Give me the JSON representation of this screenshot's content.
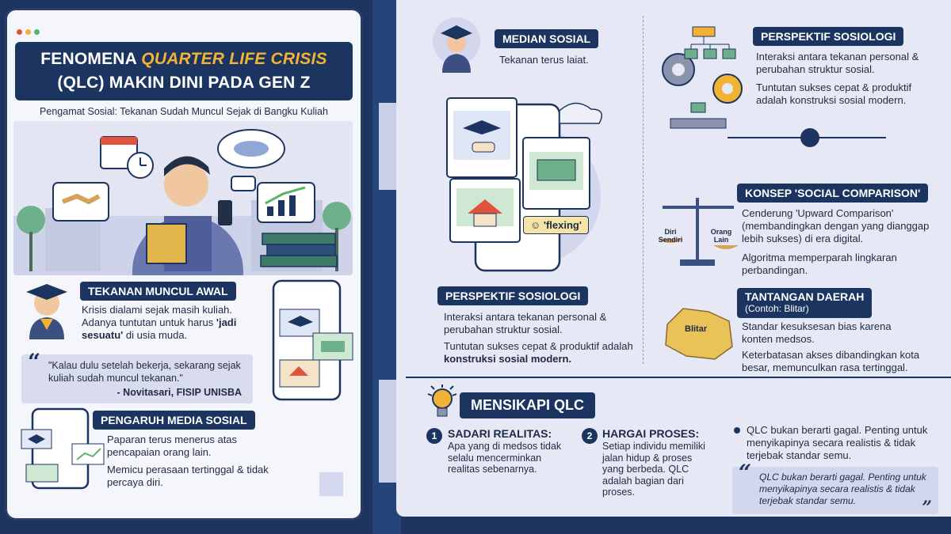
{
  "title": {
    "line1_pre": "FENOMENA ",
    "line1_highlight": "QUARTER LIFE CRISIS",
    "line2": "(QLC) MAKIN DINI PADA GEN Z"
  },
  "subtitle": "Pengamat Sosial: Tekanan Sudah Muncul Sejak di Bangku Kuliah",
  "left": {
    "tekanan": {
      "heading": "TEKANAN MUNCUL AWAL",
      "text1": "Krisis dialami sejak masih kuliah.",
      "text2_pre": "Adanya tuntutan untuk harus ",
      "text2_bold": "'jadi sesuatu'",
      "text2_post": " di usia muda."
    },
    "quote": {
      "text": "\"Kalau dulu setelah bekerja, sekarang sejak kuliah sudah muncul tekanan.\"",
      "author": "- Novitasari, FISIP UNISBA"
    },
    "pengaruh": {
      "heading": "PENGARUH MEDIA SOSIAL",
      "text1": "Paparan terus menerus atas pencapaian orang lain.",
      "text2": "Memicu perasaan tertinggal & tidak percaya diri."
    }
  },
  "middle": {
    "median": {
      "heading": "MEDIAN SOSIAL",
      "text": "Tekanan terus laiat."
    },
    "flexing_label": "'flexing'",
    "perspektif": {
      "heading": "PERSPEKTIF SOSIOLOGI",
      "text1": "Interaksi antara tekanan personal & perubahan struktur sosial.",
      "text2_pre": "Tuntutan sukses cepat & produktif adalah ",
      "text2_bold": "konstruksi sosial modern."
    }
  },
  "right": {
    "perspektif": {
      "heading": "PERSPEKTIF SOSIOLOGI",
      "text1": "Interaksi antara tekanan personal & perubahan struktur sosial.",
      "text2": "Tuntutan sukses cepat & produktif adalah konstruksi sosial modern."
    },
    "konsep": {
      "heading": "KONSEP 'SOCIAL COMPARISON'",
      "text1": "Cenderung 'Upward Comparison' (membandingkan dengan yang dianggap lebih sukses) di era digital.",
      "text2": "Algoritma memperparah lingkaran perbandingan.",
      "scale_left": "Diri Sendiri",
      "scale_right": "Orang Lain"
    },
    "tantangan": {
      "heading": "TANTANGAN DAERAH",
      "sub": "(Contoh: Blitar)",
      "text1": "Standar kesuksesan bias karena konten medsos.",
      "text2": "Keterbatasan akses dibandingkan kota besar, memunculkan rasa tertinggal.",
      "map_label": "Blitar"
    }
  },
  "mensikapi": {
    "heading": "MENSIKAPI QLC",
    "steps": [
      {
        "num": "1",
        "title": "SADARI REALITAS:",
        "text": "Apa yang di medsos tidak selalu mencerminkan realitas sebenarnya."
      },
      {
        "num": "2",
        "title": "HARGAI PROSES:",
        "text": "Setiap individu memiliki jalan hidup & proses yang berbeda. QLC adalah bagian dari proses."
      }
    ],
    "bullet": "QLC bukan berarti gagal. Penting untuk menyikapinya secara realistis & tidak terjebak standar semu.",
    "quote": "QLC bukan berarti gagal. Penting untuk menyikapinya secara realistis & tidak terjebak standar semu."
  },
  "colors": {
    "navy": "#1c3560",
    "accent": "#f2b335",
    "panel": "#e6e8f6"
  }
}
